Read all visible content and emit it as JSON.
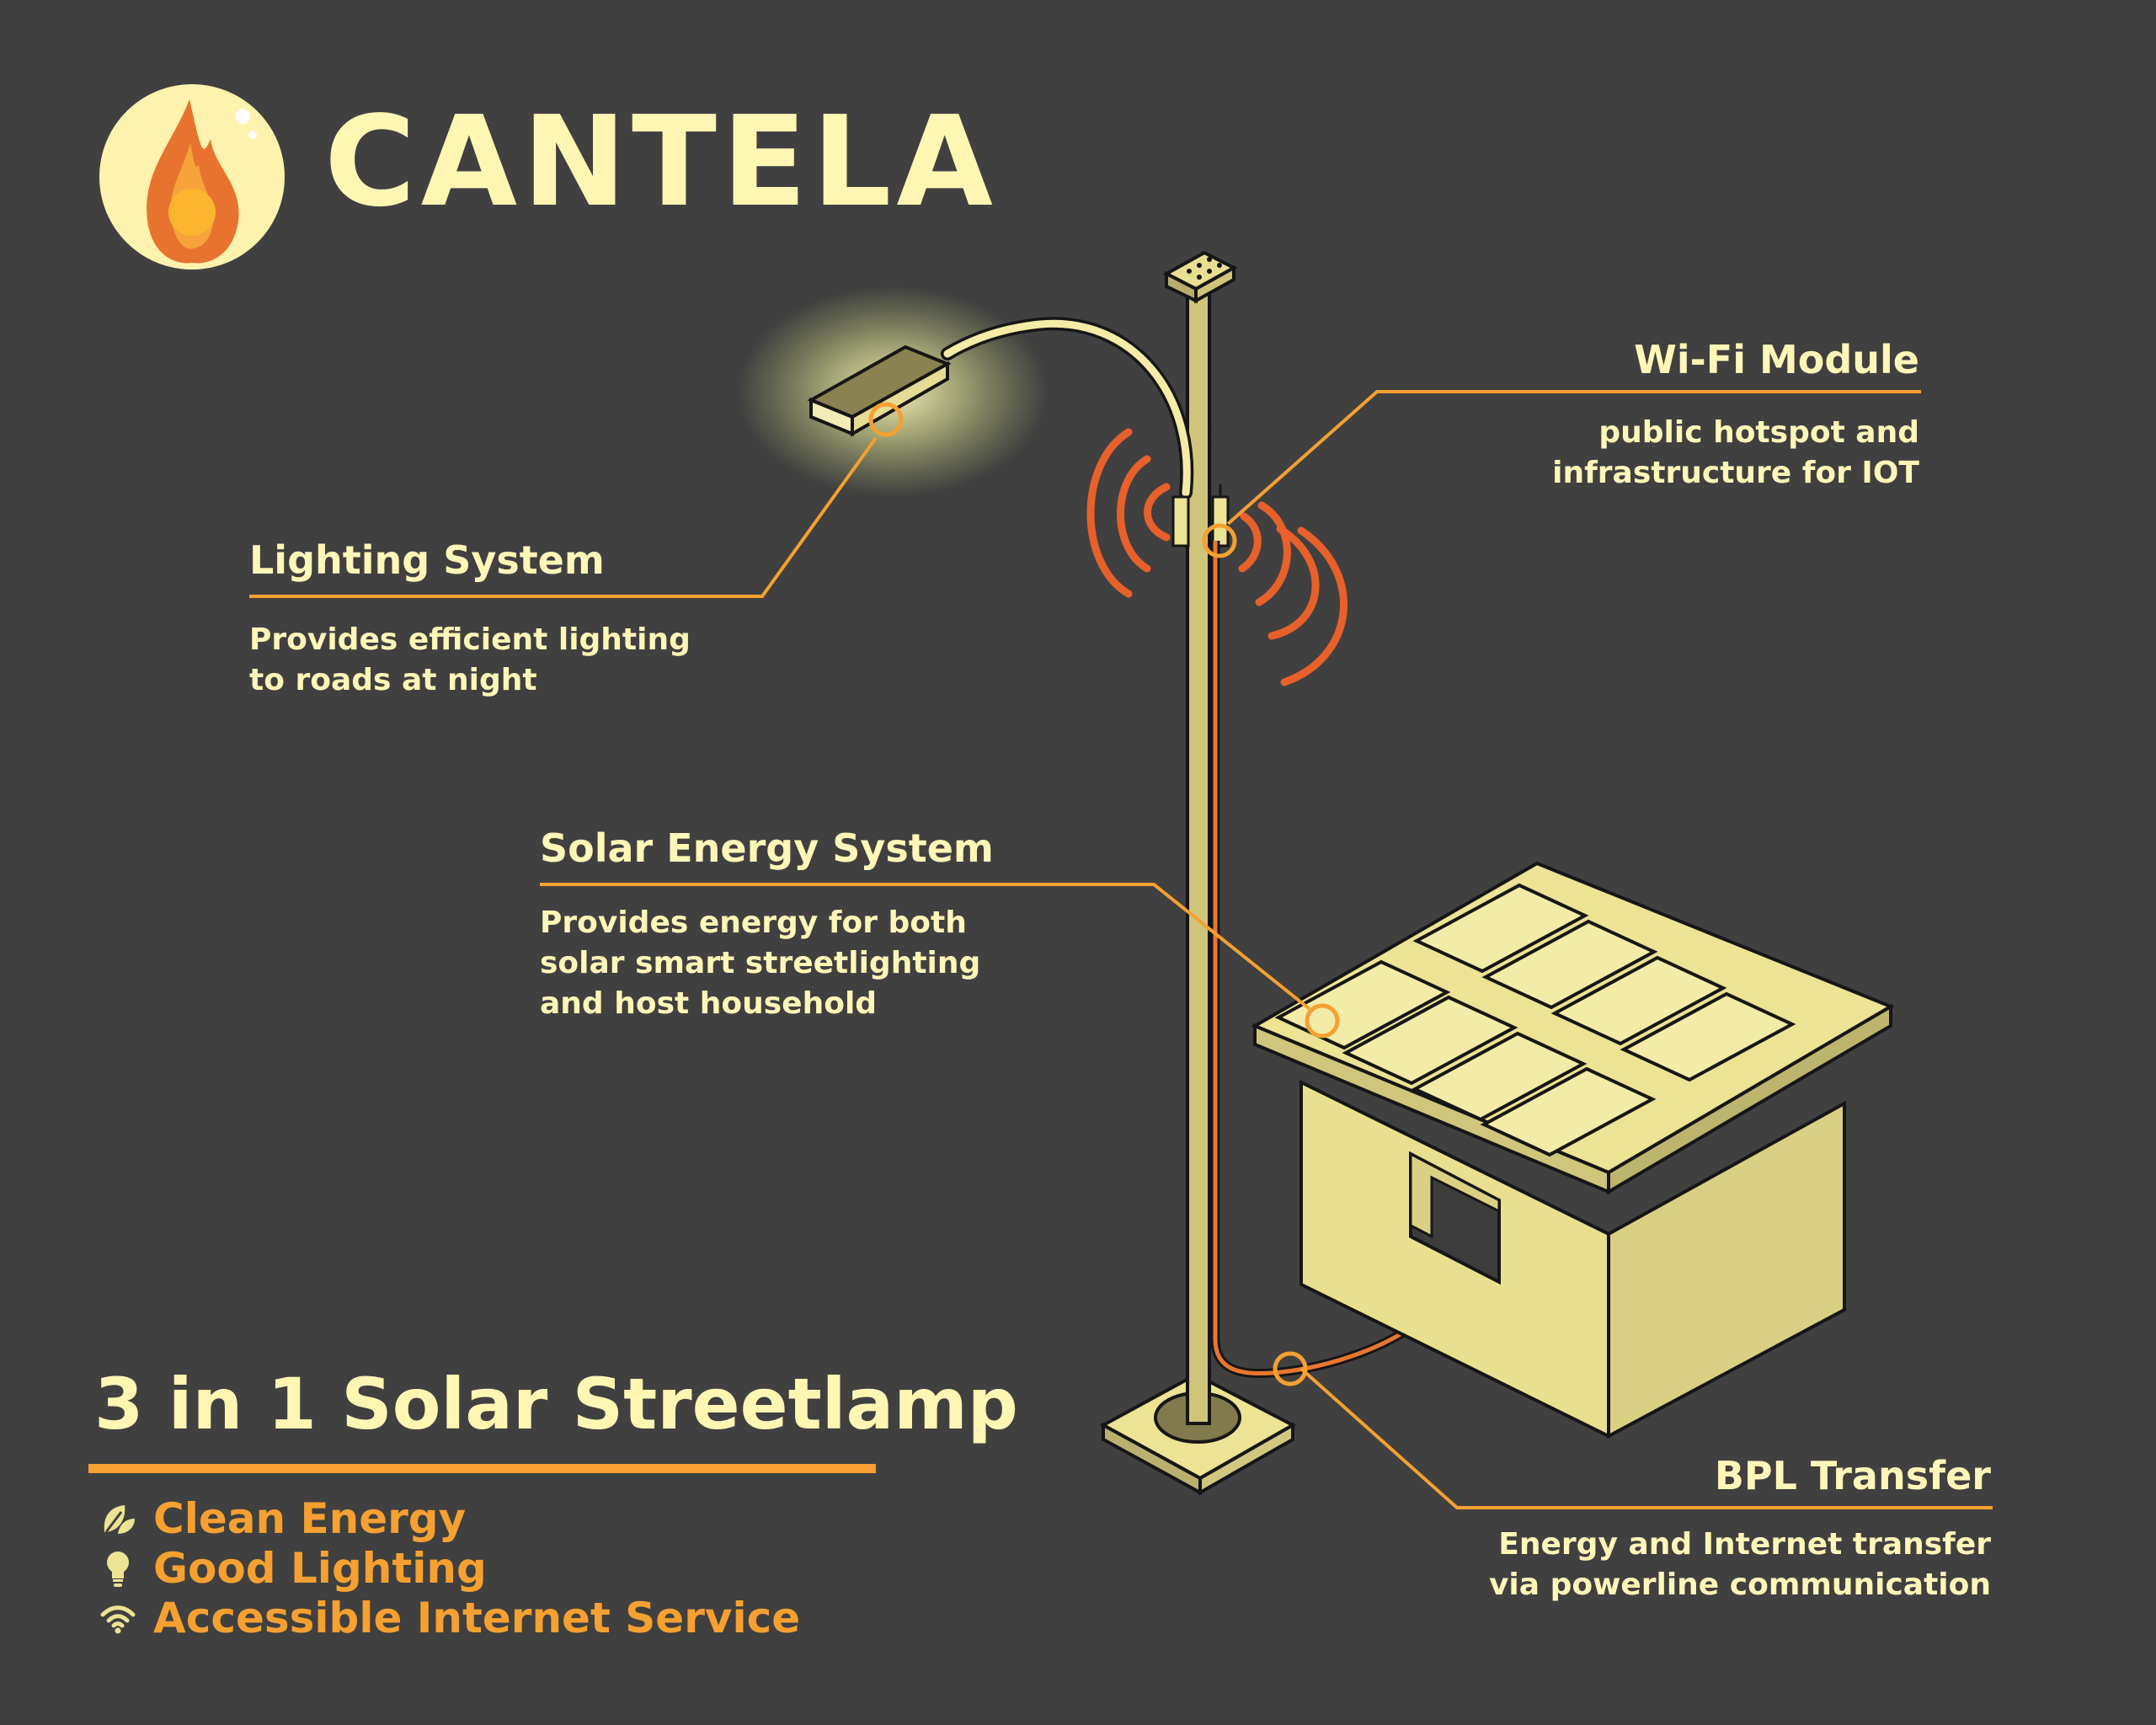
{
  "brand": {
    "name": "CANTELA",
    "logo_icon": "flame-logo-icon"
  },
  "callouts": {
    "lighting": {
      "title": "Lighting System",
      "desc1": "Provides efficient lighting",
      "desc2": "to roads at night"
    },
    "solar": {
      "title": "Solar Energy System",
      "desc1": "Provides energy for both",
      "desc2": "solar smart streetlighting",
      "desc3": "and host household"
    },
    "wifi": {
      "title": "Wi-Fi Module",
      "desc1": "public hotspot and",
      "desc2": "infrastructure for IOT"
    },
    "bpl": {
      "title": "BPL Transfer",
      "desc1": "Energy and Internet transfer",
      "desc2": "via powerline communication"
    }
  },
  "product": {
    "title": "3 in 1 Solar Streetlamp",
    "features": [
      {
        "icon": "leaf-icon",
        "label": "Clean Energy"
      },
      {
        "icon": "lightbulb-icon",
        "label": "Good Lighting"
      },
      {
        "icon": "wifi-icon",
        "label": "Accessible Internet Service"
      }
    ]
  },
  "colors": {
    "background": "#404040",
    "text": "#fff6b8",
    "accent_orange": "#f5a030",
    "signal_orange": "#e8602a",
    "structure_yellow": "#ece394"
  }
}
